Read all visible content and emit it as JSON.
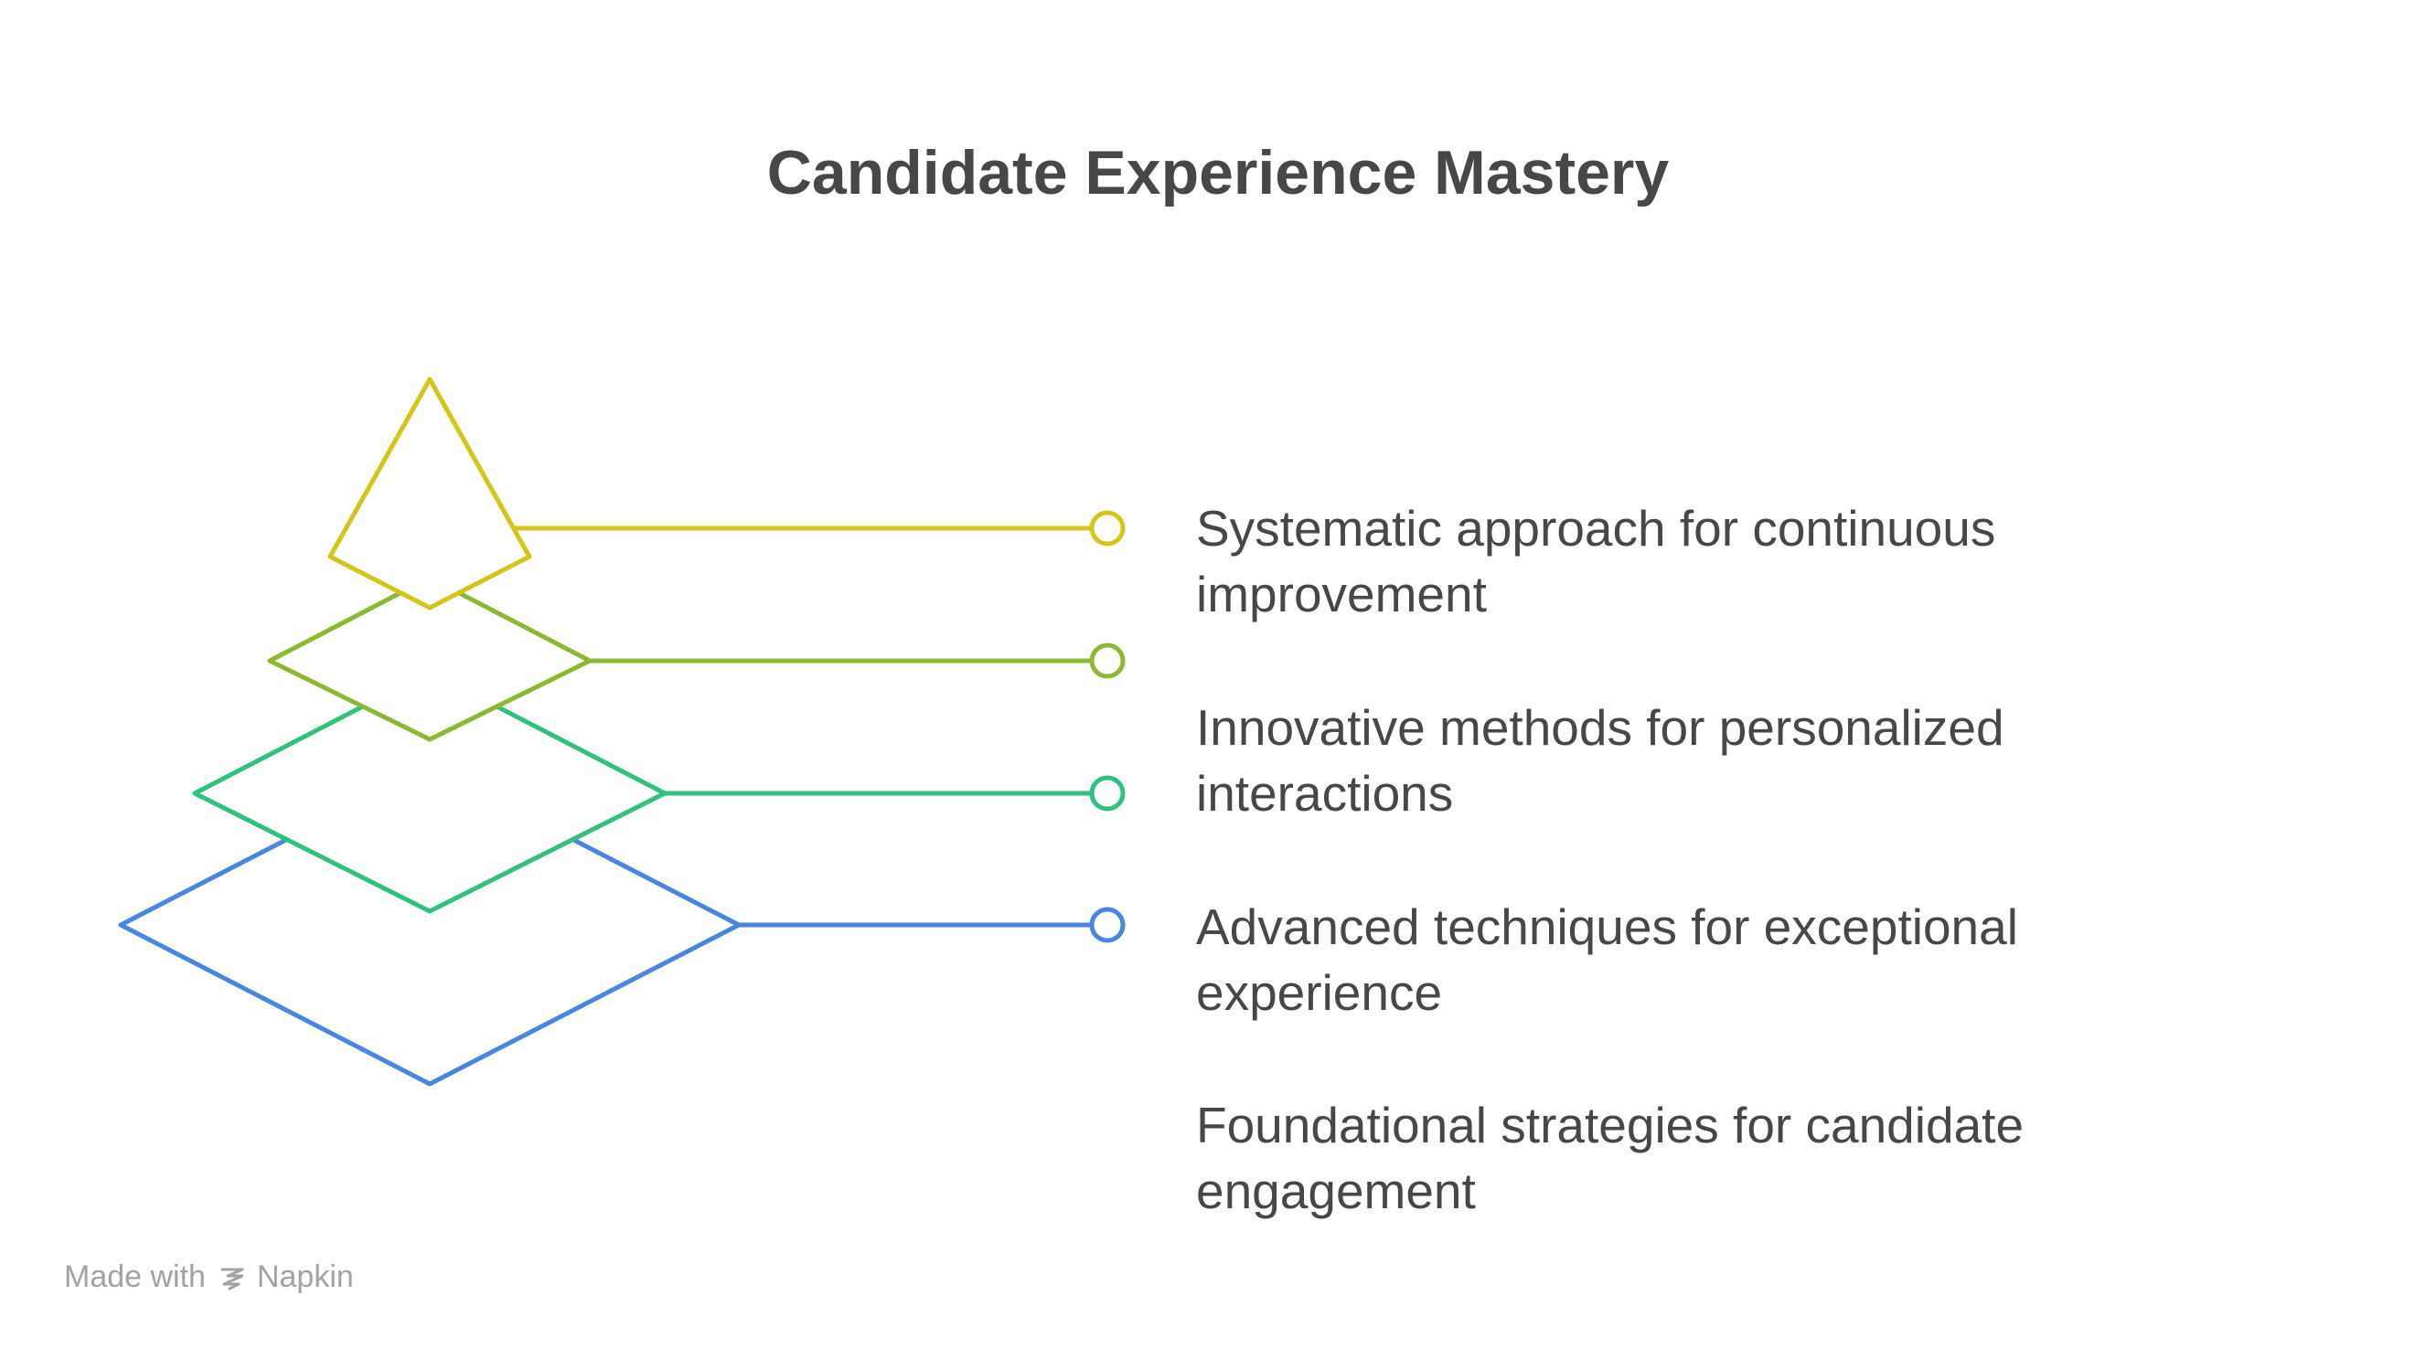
{
  "title": "Candidate Experience Mastery",
  "colors": {
    "level1": "#d4c619",
    "level2": "#8db932",
    "level3": "#30c17c",
    "level4": "#4a86e0",
    "text": "#474747",
    "footer": "#a2a2a2"
  },
  "levels": [
    {
      "line1": "Systematic approach for continuous",
      "line2": "improvement"
    },
    {
      "line1": "Innovative methods for personalized",
      "line2": "interactions"
    },
    {
      "line1": "Advanced techniques for exceptional",
      "line2": "experience"
    },
    {
      "line1": "Foundational strategies for candidate",
      "line2": "engagement"
    }
  ],
  "footer": {
    "made_with": "Made with",
    "brand": "Napkin"
  }
}
